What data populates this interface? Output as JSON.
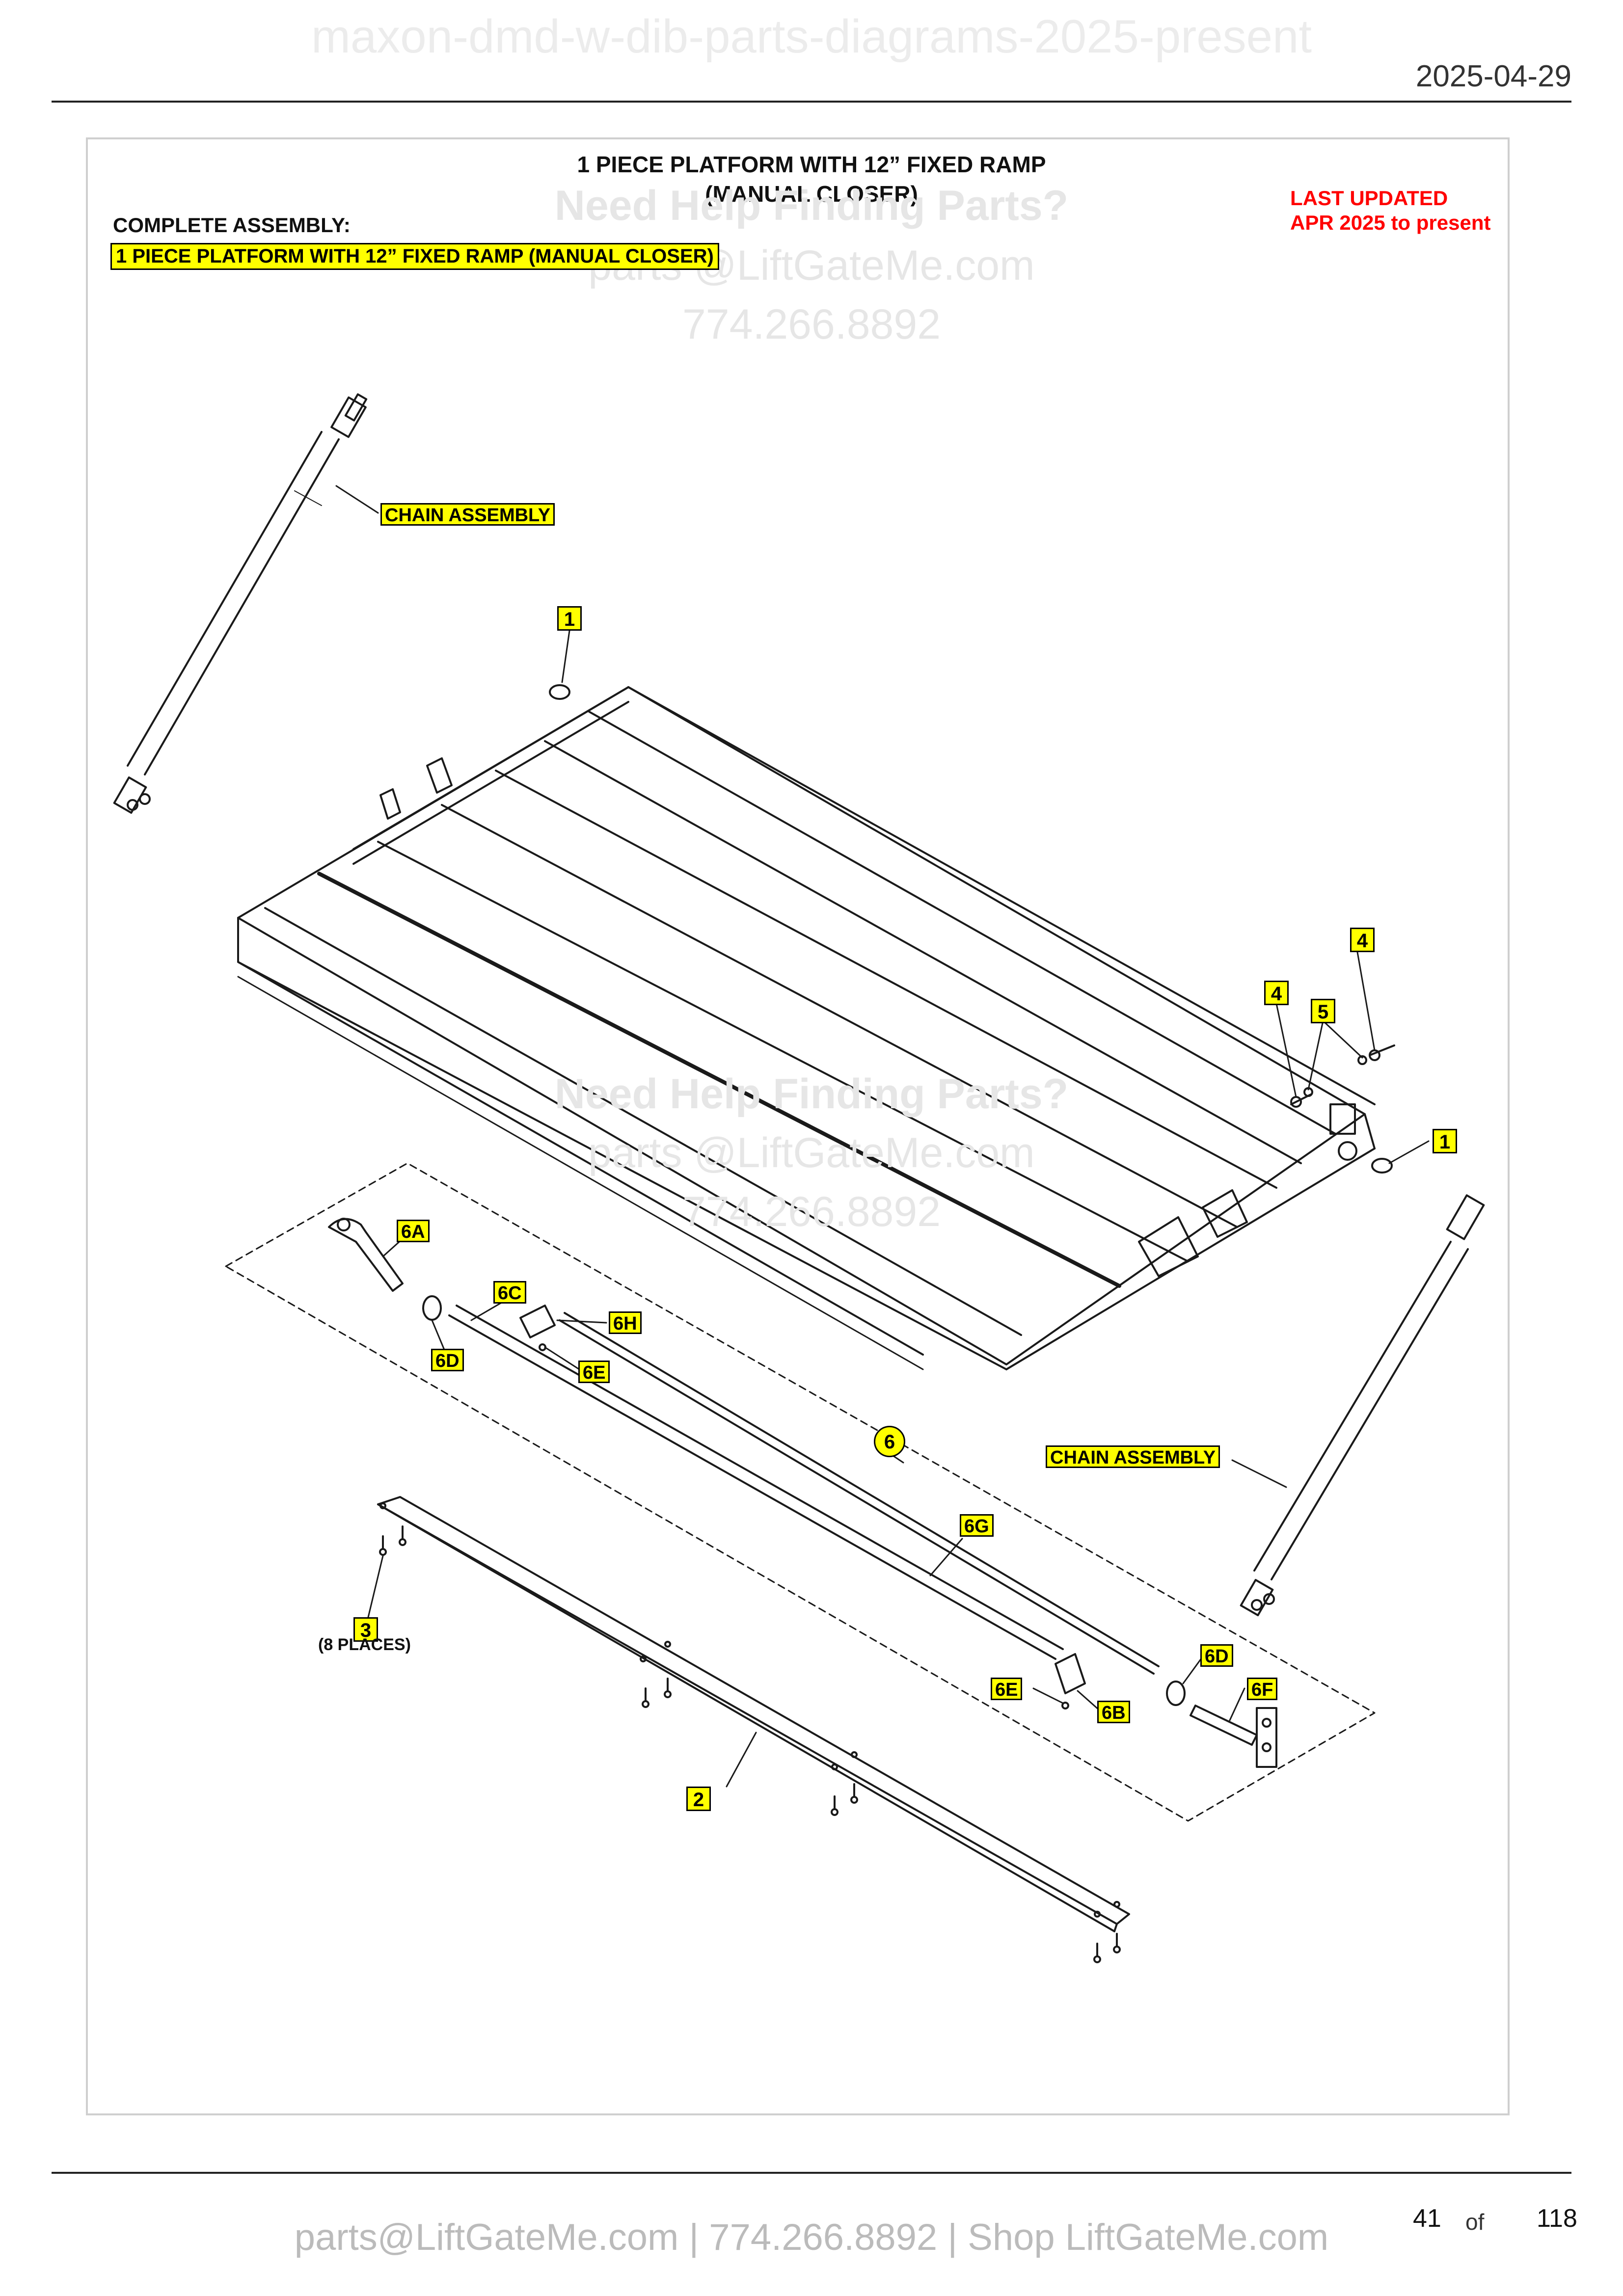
{
  "header": {
    "watermark": "maxon-dmd-w-dib-parts-diagrams-2025-present",
    "date": "2025-04-29"
  },
  "diagram": {
    "title_line1": "1 PIECE PLATFORM WITH 12” FIXED RAMP",
    "title_line2": "(MANUAL CLOSER)",
    "complete_assembly_label": "COMPLETE ASSEMBLY:",
    "complete_assembly_value": "1 PIECE PLATFORM WITH 12” FIXED RAMP (MANUAL CLOSER)",
    "last_updated_line1": "LAST UPDATED",
    "last_updated_line2": "APR 2025 to present",
    "watermark_heading": "Need Help Finding Parts?",
    "watermark_email": "parts @LiftGateMe.com",
    "watermark_phone": "774.266.8892",
    "callouts": {
      "chain_assembly": "CHAIN ASSEMBLY",
      "item_1": "1",
      "item_2": "2",
      "item_3": "3",
      "item_3_note": "(8 PLACES)",
      "item_4": "4",
      "item_5": "5",
      "item_6": "6",
      "item_6a": "6A",
      "item_6b": "6B",
      "item_6c": "6C",
      "item_6d": "6D",
      "item_6e": "6E",
      "item_6f": "6F",
      "item_6g": "6G",
      "item_6h": "6H"
    }
  },
  "footer": {
    "contact": "parts@LiftGateMe.com | 774.266.8892 | Shop LiftGateMe.com",
    "page_current": "41",
    "page_of": "of",
    "page_total": "118"
  }
}
